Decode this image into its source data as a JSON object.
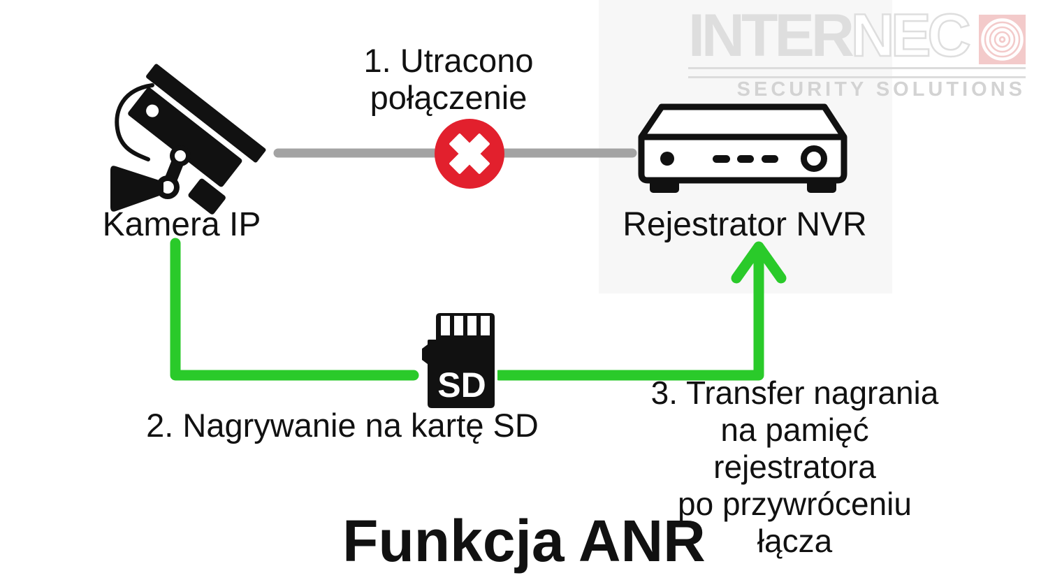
{
  "title": "Funkcja ANR",
  "logo": {
    "brand_solid": "INTER",
    "brand_outline": "NEC",
    "tagline": "SECURITY SOLUTIONS"
  },
  "labels": {
    "camera": "Kamera IP",
    "nvr": "Rejestrator NVR"
  },
  "steps": {
    "step1_lines": [
      "1. Utracono",
      "połączenie"
    ],
    "step2": "2. Nagrywanie na kartę SD",
    "step3_lines": [
      "3. Transfer nagrania",
      "na pamięć rejestratora",
      "po przywróceniu łącza"
    ]
  },
  "sd_card": {
    "label": "SD"
  },
  "icons": [
    "cctv-camera-icon",
    "nvr-recorder-icon",
    "sd-card-icon",
    "connection-lost-icon",
    "arrow-up-icon",
    "internec-logo-mark-icon"
  ],
  "colors": {
    "green": "#2aca2a",
    "red": "#e2202d",
    "gray_line": "#a3a3a3",
    "ink": "#111111",
    "logo_gray": "#dedede",
    "logo_pink": "#f3caca",
    "panel_bg": "#f7f7f7"
  }
}
